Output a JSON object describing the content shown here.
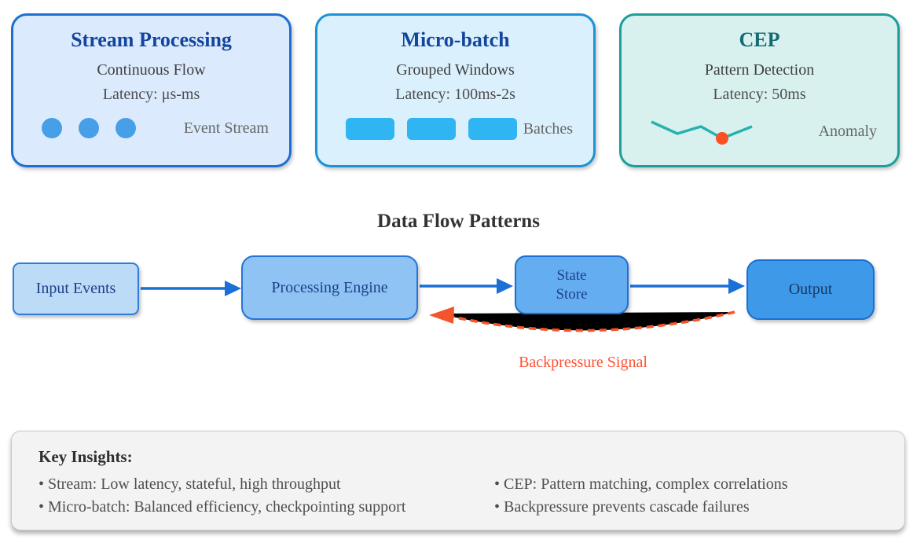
{
  "cards": [
    {
      "title": "Stream Processing",
      "line1": "Continuous Flow",
      "line2": "Latency: μs-ms",
      "icon_label": "Event Stream"
    },
    {
      "title": "Micro-batch",
      "line1": "Grouped Windows",
      "line2": "Latency: 100ms-2s",
      "icon_label": "Batches"
    },
    {
      "title": "CEP",
      "line1": "Pattern Detection",
      "line2": "Latency: 50ms",
      "icon_label": "Anomaly"
    }
  ],
  "flow": {
    "title": "Data Flow Patterns",
    "nodes": [
      {
        "label": "Input Events"
      },
      {
        "label": "Processing Engine"
      },
      {
        "label": "State\nStore"
      },
      {
        "label": "Output"
      }
    ],
    "backpressure_label": "Backpressure Signal"
  },
  "insights": {
    "heading": "Key Insights:",
    "left": [
      "• Stream: Low latency, stateful, high throughput",
      "• Micro-batch: Balanced efficiency, checkpointing support"
    ],
    "right": [
      "• CEP: Pattern matching, complex correlations",
      "• Backpressure prevents cascade failures"
    ]
  },
  "colors": {
    "stream_card_border": "#1d6fd1",
    "stream_card_bg": "#dbeafd",
    "microbatch_card_border": "#1b93d4",
    "microbatch_card_bg": "#daf0fc",
    "cep_card_border": "#1d9e9b",
    "cep_card_bg": "#d8f1ef",
    "card_title_blue": "#13459e",
    "cep_title_teal": "#156b74",
    "event_dot": "#479fe8",
    "batch_rect": "#2fb5f2",
    "anomaly_line": "#26b2ae",
    "anomaly_dot": "#fc5024",
    "flow_arrow": "#1a6fd8",
    "node_fills": [
      "#bcdbf7",
      "#8ec3f4",
      "#64adf0",
      "#3f99e9"
    ],
    "backpressure": "#f95326"
  }
}
